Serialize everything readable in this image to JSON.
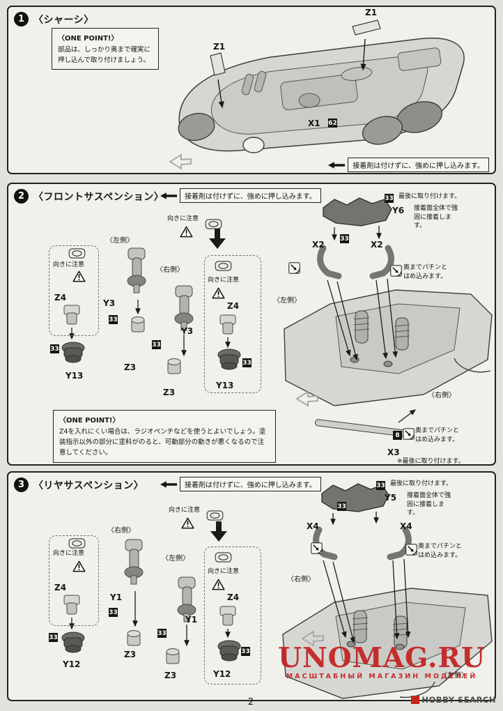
{
  "page": {
    "number": "2",
    "brand": "HOBBY SEARCH"
  },
  "watermark": {
    "title": "UNOMAG.RU",
    "subtitle": "МАСШТАБНЫЙ МАГАЗИН МОДЕЛЕЙ"
  },
  "badges": {
    "b33": "33",
    "b62": "62",
    "b8": "8"
  },
  "parts": {
    "z1": "Z1",
    "z3": "Z3",
    "z4": "Z4",
    "x1": "X1",
    "x2": "X2",
    "x3": "X3",
    "x4": "X4",
    "y1": "Y1",
    "y3": "Y3",
    "y5": "Y5",
    "y6": "Y6",
    "y12": "Y12",
    "y13": "Y13"
  },
  "notes": {
    "glue": "接着剤は付けずに、強めに押し込みます。",
    "orientation": "向きに注意",
    "snap": "奥までパチンとはめ込みます。",
    "final": "最後に取り付けます。",
    "final_strong": "接着面全体で強固に接着します。",
    "final_note": "※最後に取り付けます。",
    "left": "〈左側〉",
    "right": "〈右側〉"
  },
  "sections": {
    "s1": {
      "num": "1",
      "title": "〈シャーシ〉",
      "one_point_title": "〈ONE POINT!〉",
      "one_point_text": "部品は、しっかり奥まで確実に押し込んで取り付けましょう。"
    },
    "s2": {
      "num": "2",
      "title": "〈フロントサスペンション〉",
      "one_point_title": "〈ONE POINT!〉",
      "one_point_text1": "Z4を入れにくい場合は、ラジオペンチなどを使うとよいでしょう。",
      "one_point_text2": "塗装指示以外の部分に塗料がのると、可動部分の動きが悪くなるので注意してください。"
    },
    "s3": {
      "num": "3",
      "title": "〈リヤサスペンション〉"
    }
  }
}
